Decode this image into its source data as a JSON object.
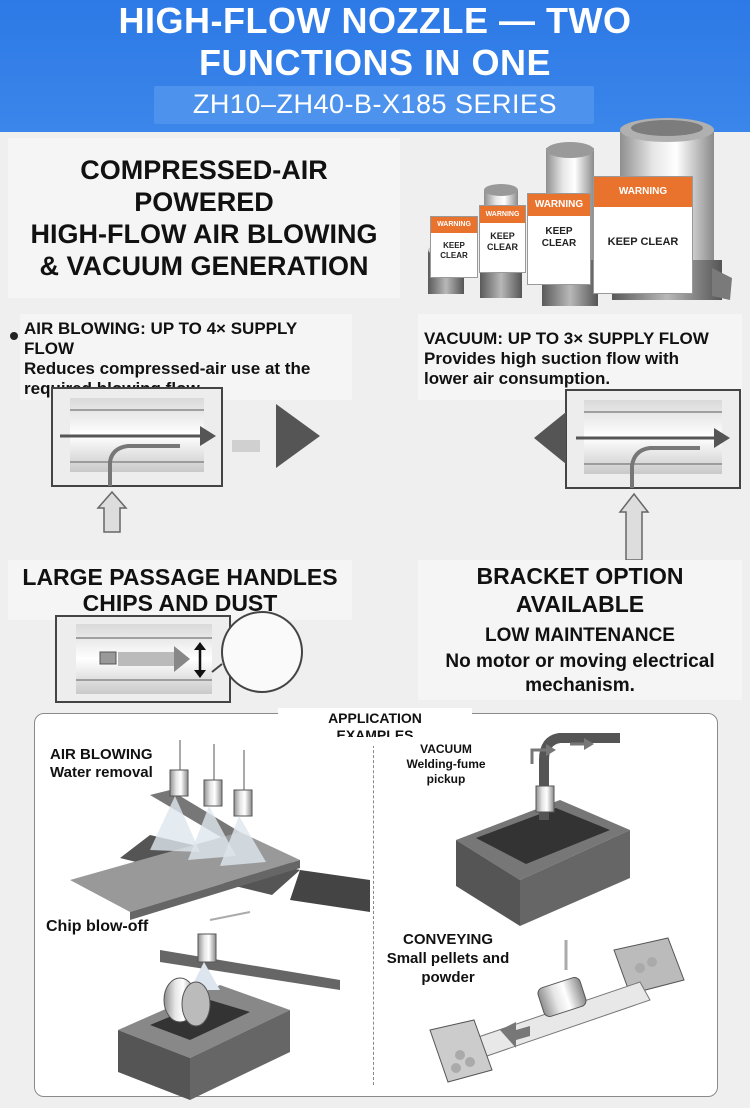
{
  "header": {
    "title": "HIGH-FLOW NOZZLE — TWO FUNCTIONS IN ONE",
    "title_line1": "HIGH-FLOW NOZZLE — TWO",
    "title_line2": "FUNCTIONS IN ONE",
    "series": "ZH10–ZH40-B-X185 SERIES"
  },
  "intro": {
    "line1": "COMPRESSED-AIR",
    "line2": "POWERED",
    "line3": "HIGH-FLOW AIR BLOWING",
    "line4": "& VACUUM GENERATION"
  },
  "warning_tags": [
    {
      "header": "WARNING",
      "body": "KEEP CLEAR"
    },
    {
      "header": "WARNING",
      "body": "KEEP CLEAR"
    },
    {
      "header": "WARNING",
      "body": "KEEP CLEAR"
    },
    {
      "header": "WARNING",
      "body": "KEEP CLEAR"
    }
  ],
  "air_blowing": {
    "title_line1": "AIR BLOWING: UP TO 4× SUPPLY",
    "title_line2": "FLOW",
    "desc_line1": "Reduces compressed-air use at the",
    "desc_line2": "required blowing flow."
  },
  "vacuum": {
    "title": "VACUUM: UP TO 3× SUPPLY FLOW",
    "desc_line1": "Provides high suction flow with",
    "desc_line2": "lower air consumption."
  },
  "passage": {
    "line1": "LARGE PASSAGE HANDLES",
    "line2": "CHIPS AND DUST"
  },
  "bracket": {
    "line1": "BRACKET OPTION",
    "line2": "AVAILABLE",
    "maint_title": "LOW MAINTENANCE",
    "maint_line1": "No motor or moving electrical",
    "maint_line2": "mechanism."
  },
  "applications": {
    "title_line1": "APPLICATION",
    "title_line2": "EXAMPLES",
    "air_blowing": {
      "title": "AIR BLOWING",
      "sub": "Water removal"
    },
    "chip": {
      "title": "Chip blow-off"
    },
    "vacuum": {
      "title": "VACUUM",
      "sub1": "Welding-fume",
      "sub2": "pickup"
    },
    "conveying": {
      "title": "CONVEYING",
      "sub1": "Small pellets and",
      "sub2": "powder"
    }
  },
  "colors": {
    "header_blue": "#2d79e6",
    "warning_orange": "#e9722c"
  }
}
